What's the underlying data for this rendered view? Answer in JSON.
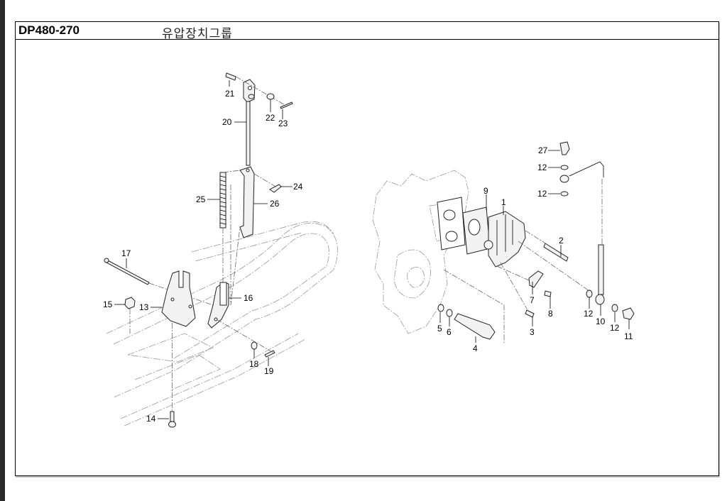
{
  "header": {
    "code": "DP480-270",
    "title": "유압장치그룹"
  },
  "callouts": {
    "c1": "1",
    "c2": "2",
    "c3": "3",
    "c4": "4",
    "c5": "5",
    "c6": "6",
    "c7": "7",
    "c8": "8",
    "c9": "9",
    "c10": "10",
    "c11": "11",
    "c12a": "12",
    "c12b": "12",
    "c12c": "12",
    "c12d": "12",
    "c13": "13",
    "c14": "14",
    "c15": "15",
    "c16": "16",
    "c17": "17",
    "c18": "18",
    "c19": "19",
    "c20": "20",
    "c21": "21",
    "c22": "22",
    "c23": "23",
    "c24": "24",
    "c25": "25",
    "c26": "26",
    "c27": "27"
  }
}
